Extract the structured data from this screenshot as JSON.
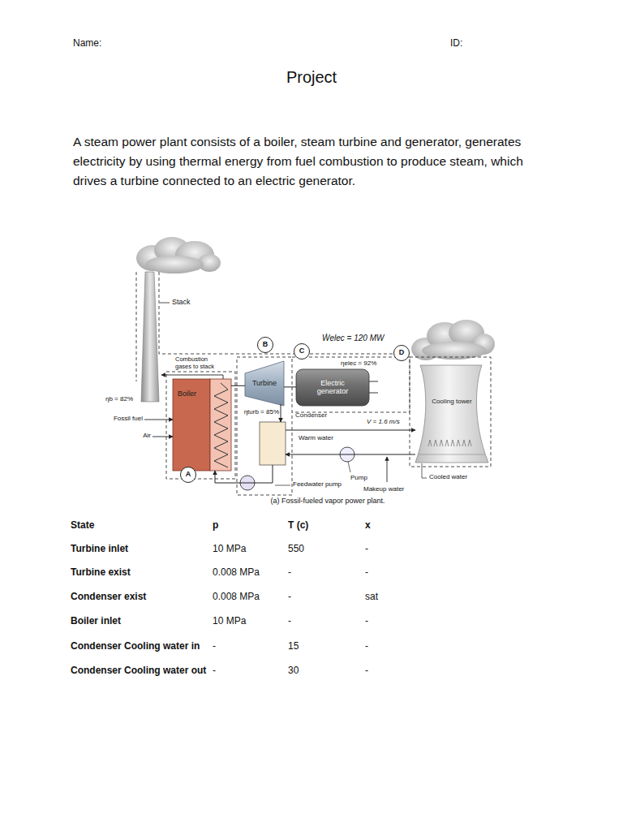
{
  "diagram": {
    "title": "Project",
    "caption": "(a) Fossil-fueled vapor power plant.",
    "nodes": [
      {
        "text": [
          "Boiler"
        ]
      },
      {
        "text": [
          "Turbine"
        ]
      },
      {
        "text": [
          "Electric generator"
        ]
      },
      {
        "text": [
          "Condenser"
        ]
      },
      {
        "text": [
          "Cooling tower"
        ]
      },
      {
        "text": [
          "A"
        ]
      },
      {
        "text": [
          "B"
        ]
      },
      {
        "text": [
          "C"
        ]
      },
      {
        "text": [
          "D"
        ]
      }
    ],
    "edges": [
      {
        "from": 0,
        "to": 1,
        "arrow": "none"
      },
      {
        "from": 1,
        "to": 2,
        "arrow": "none"
      },
      {
        "from": 1,
        "to": 3,
        "arrow": "to"
      },
      {
        "from": 3,
        "to": 4,
        "arrow": "to"
      },
      {
        "from": 4,
        "to": 3,
        "arrow": "to"
      },
      {
        "from": 3,
        "to": 0,
        "arrow": "to"
      }
    ],
    "labels": [
      "Name:",
      "ID:",
      "A steam power plant consists of a boiler, steam turbine and generator, generates electricity by using thermal energy from fuel combustion to produce steam, which drives a turbine connected to an electric generator.",
      "Stack",
      "Combustion gases to stack",
      "ηb = 82%",
      "Fossil fuel",
      "Air",
      "ηturb = 85%",
      "Ẇelec = 120 MW",
      "ηelec = 92%",
      "V = 1.6 m/s",
      "Warm water",
      "Pump",
      "Makeup water",
      "Cooled water",
      "Feedwater pump",
      "State",
      "p",
      "T (c)",
      "x",
      "Turbine inlet",
      "10 MPa",
      "550",
      "-",
      "Turbine exist",
      "0.008 MPa",
      "-",
      "-",
      "Condenser exist",
      "0.008 MPa",
      "-",
      "sat",
      "Boiler inlet",
      "10 MPa",
      "-",
      "-",
      "Condenser Cooling water in",
      "-",
      "15",
      "-",
      "Condenser Cooling water out",
      "-",
      "30",
      "-"
    ]
  }
}
